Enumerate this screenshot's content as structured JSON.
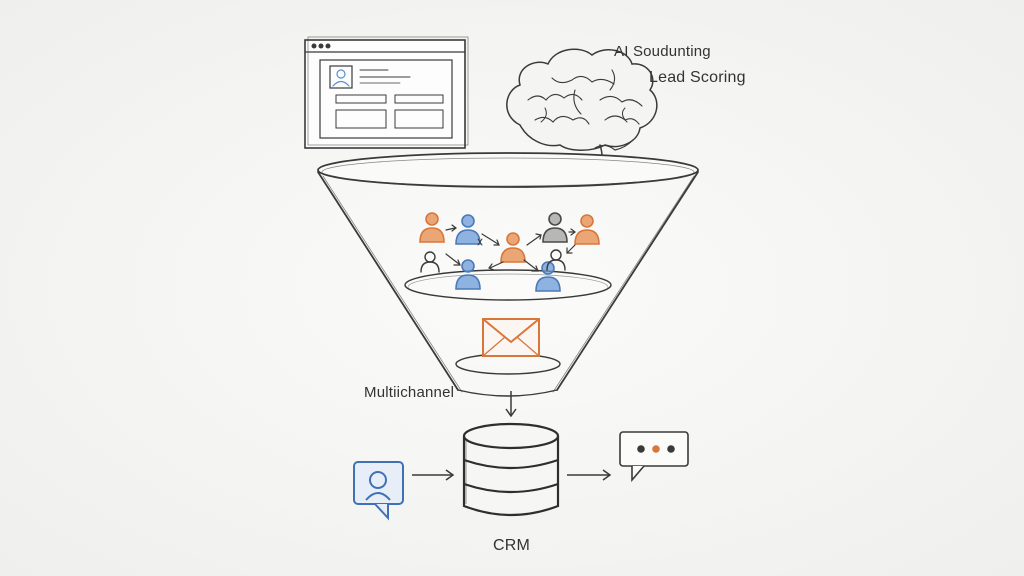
{
  "labels": {
    "ai_sourcing": "AI Soudunting",
    "lead_scoring": "Lead Scoring",
    "multichannel": "Multiichannel",
    "crm": "CRM"
  },
  "icons": {
    "browser": "browser-window-icon",
    "brain": "brain-icon",
    "funnel": "funnel-icon",
    "people": "person-icon",
    "email": "envelope-icon",
    "database": "database-icon",
    "contact": "contact-chat-icon",
    "chat": "chat-bubble-icon"
  },
  "colors": {
    "ink": "#3a3a3a",
    "orange": "#d9773a",
    "blue": "#5b8fd1",
    "gray": "#7a7a7a",
    "background": "#f7f7f6"
  }
}
